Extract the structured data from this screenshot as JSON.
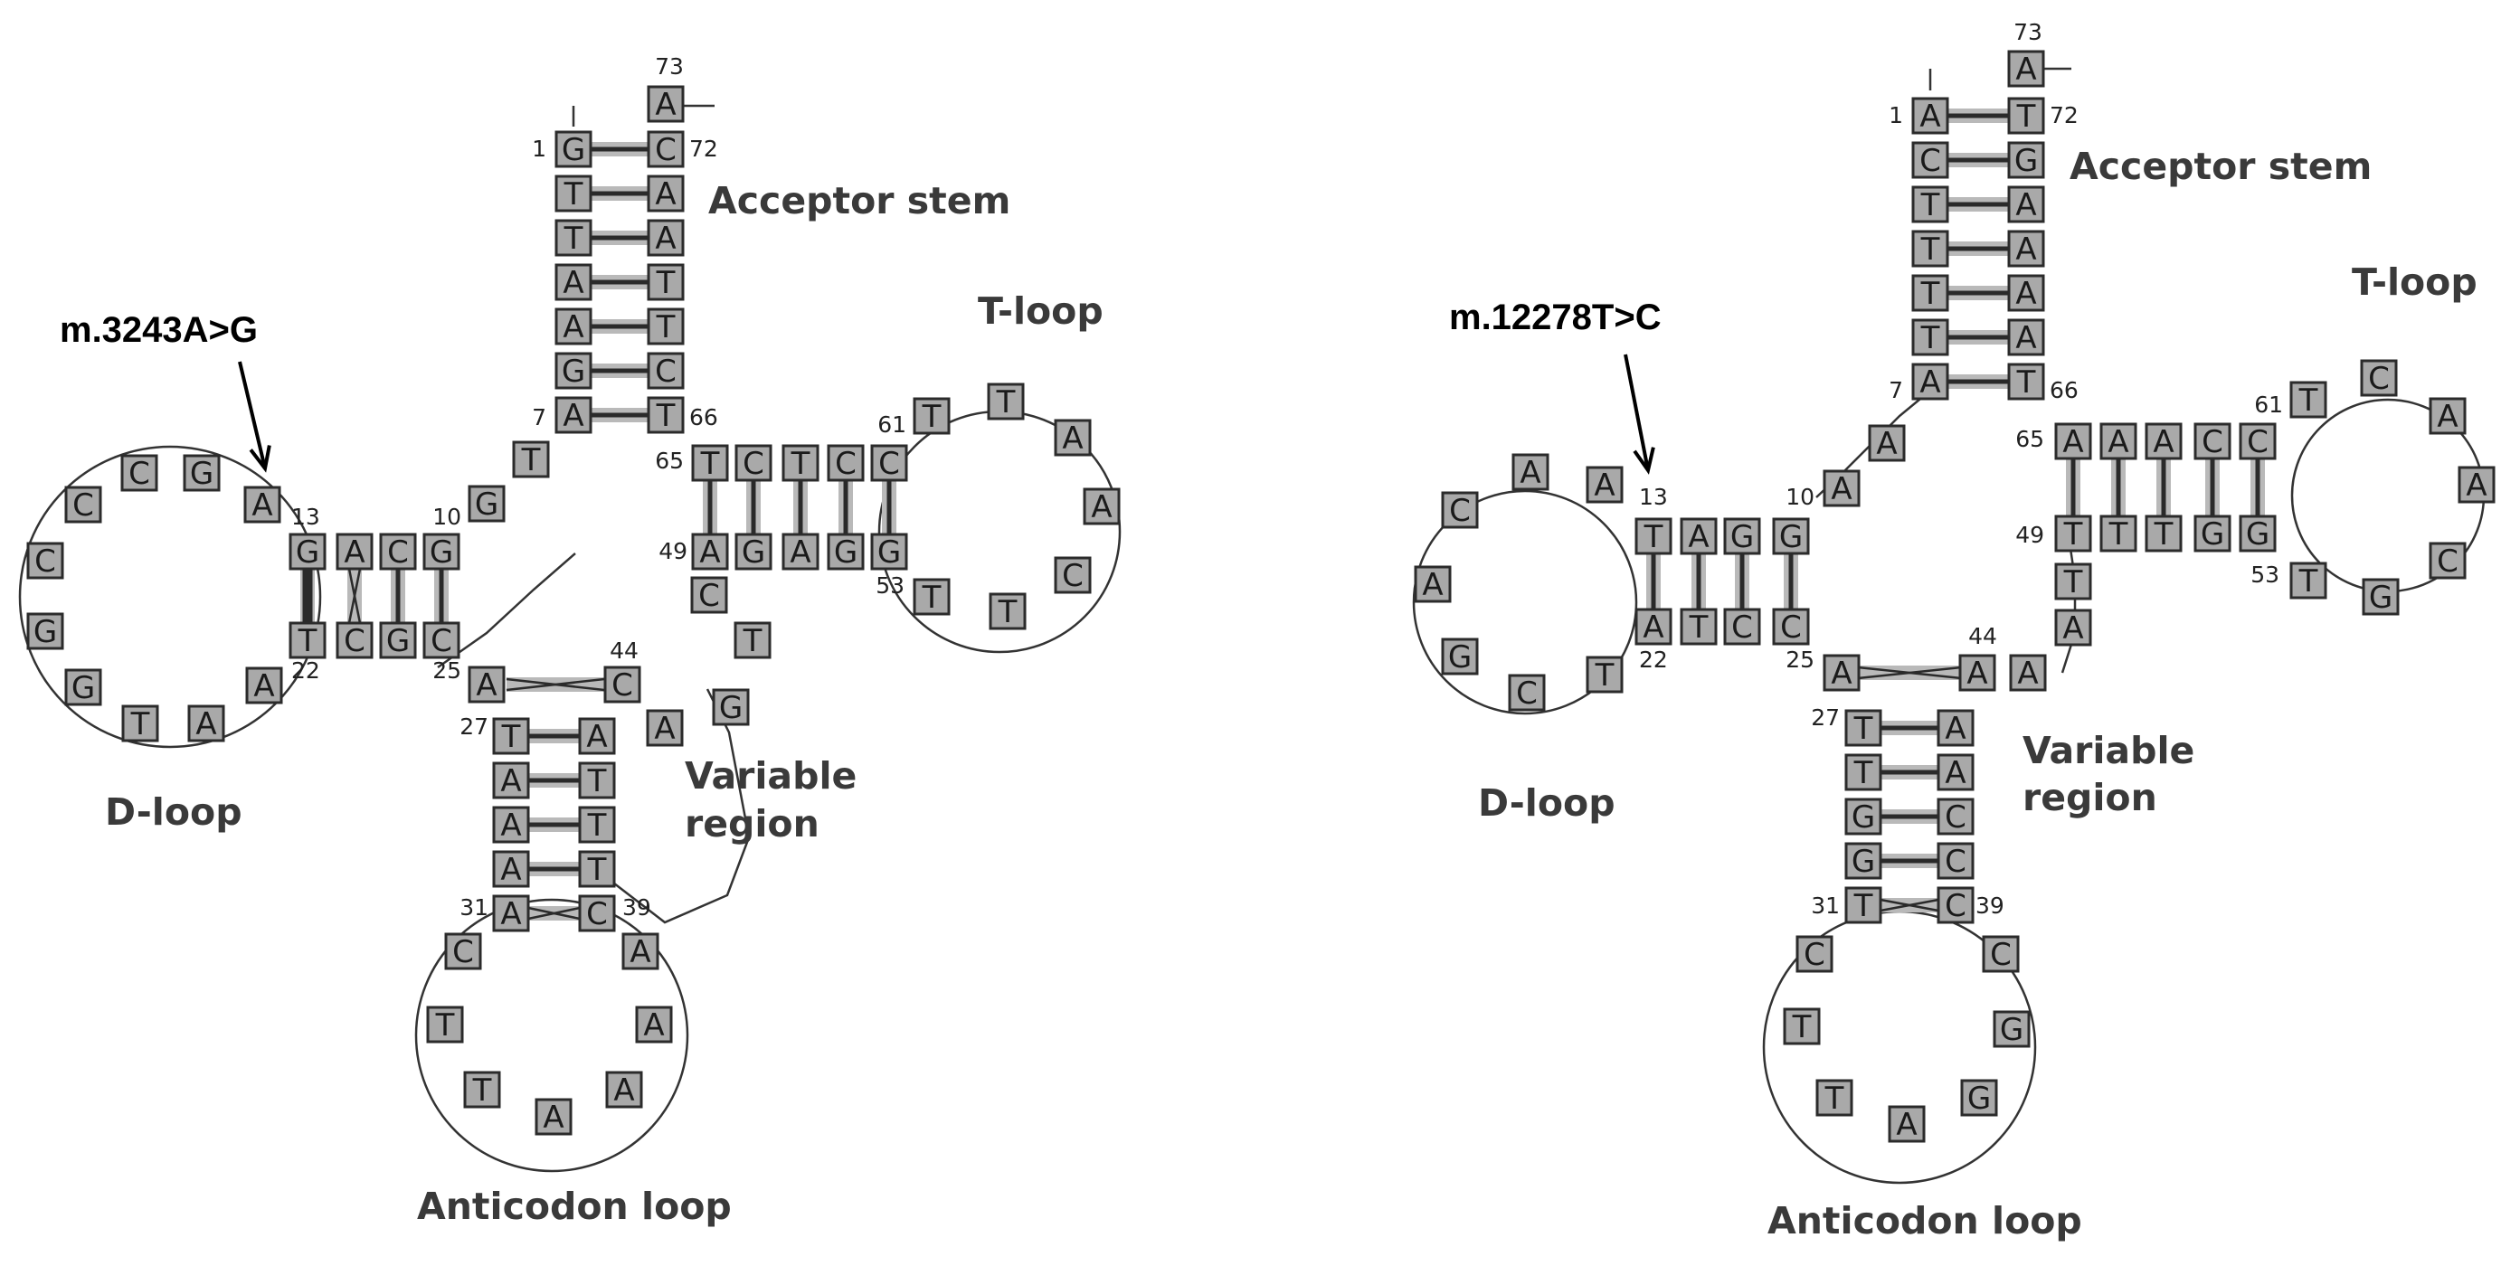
{
  "panels": [
    {
      "id": "left",
      "mutation_label": "m.3243A>G",
      "labels": {
        "acceptor": "Acceptor stem",
        "tloop": "T-loop",
        "dloop": "D-loop",
        "variable_line1": "Variable",
        "variable_line2": "region",
        "anticodon": "Anticodon loop"
      },
      "position_numbers": [
        "73",
        "1",
        "72",
        "7",
        "66",
        "65",
        "61",
        "10",
        "13",
        "49",
        "53",
        "22",
        "25",
        "44",
        "27",
        "31",
        "39"
      ],
      "nucleotides": {
        "tail": [
          "A"
        ],
        "acceptor_5p": [
          "G",
          "T",
          "T",
          "A",
          "A",
          "G",
          "A"
        ],
        "acceptor_3p": [
          "C",
          "A",
          "A",
          "T",
          "T",
          "C",
          "T"
        ],
        "connector_7_10": [
          "T",
          "G"
        ],
        "d_stem_5p": [
          "G",
          "A",
          "C",
          "G"
        ],
        "d_stem_3p": [
          "T",
          "C",
          "G",
          "C"
        ],
        "d_loop": [
          "A",
          "G",
          "C",
          "C",
          "C",
          "G",
          "G",
          "T",
          "A",
          "A"
        ],
        "t_stem_5p": [
          "T",
          "C",
          "T",
          "C",
          "C"
        ],
        "t_stem_3p": [
          "A",
          "G",
          "A",
          "G",
          "G"
        ],
        "t_loop": [
          "T",
          "T",
          "A",
          "A",
          "C",
          "T",
          "T"
        ],
        "anticodon_stem_5p": [
          "A",
          "T",
          "A",
          "A",
          "A",
          "A"
        ],
        "anticodon_stem_3p": [
          "C",
          "A",
          "T",
          "T",
          "T",
          "C"
        ],
        "anticodon_loop": [
          "C",
          "T",
          "T",
          "A",
          "A",
          "A",
          "A"
        ],
        "variable": [
          "A",
          "G",
          "T",
          "C"
        ]
      }
    },
    {
      "id": "right",
      "mutation_label": "m.12278T>C",
      "labels": {
        "acceptor": "Acceptor stem",
        "tloop": "T-loop",
        "dloop": "D-loop",
        "variable_line1": "Variable",
        "variable_line2": "region",
        "anticodon": "Anticodon loop"
      },
      "position_numbers": [
        "73",
        "1",
        "72",
        "7",
        "66",
        "65",
        "61",
        "10",
        "13",
        "49",
        "53",
        "22",
        "25",
        "44",
        "27",
        "31",
        "39"
      ],
      "nucleotides": {
        "tail": [
          "A"
        ],
        "acceptor_5p": [
          "A",
          "C",
          "T",
          "T",
          "T",
          "T",
          "A"
        ],
        "acceptor_3p": [
          "T",
          "G",
          "A",
          "A",
          "A",
          "A",
          "T"
        ],
        "connector_7_10": [
          "A",
          "A"
        ],
        "d_stem_5p": [
          "T",
          "A",
          "G",
          "G"
        ],
        "d_stem_3p": [
          "A",
          "T",
          "C",
          "C"
        ],
        "d_loop": [
          "A",
          "A",
          "C",
          "A",
          "G",
          "C",
          "T"
        ],
        "t_stem_5p": [
          "A",
          "A",
          "A",
          "C",
          "C"
        ],
        "t_stem_3p": [
          "T",
          "T",
          "T",
          "G",
          "G"
        ],
        "t_loop": [
          "T",
          "C",
          "A",
          "A",
          "C",
          "G",
          "T"
        ],
        "anticodon_stem_5p": [
          "A",
          "T",
          "T",
          "G",
          "G",
          "T"
        ],
        "anticodon_stem_3p": [
          "A",
          "A",
          "A",
          "C",
          "C",
          "C"
        ],
        "anticodon_loop": [
          "C",
          "T",
          "T",
          "A",
          "G",
          "G",
          "C"
        ],
        "variable": [
          "A",
          "T",
          "A"
        ]
      }
    }
  ]
}
